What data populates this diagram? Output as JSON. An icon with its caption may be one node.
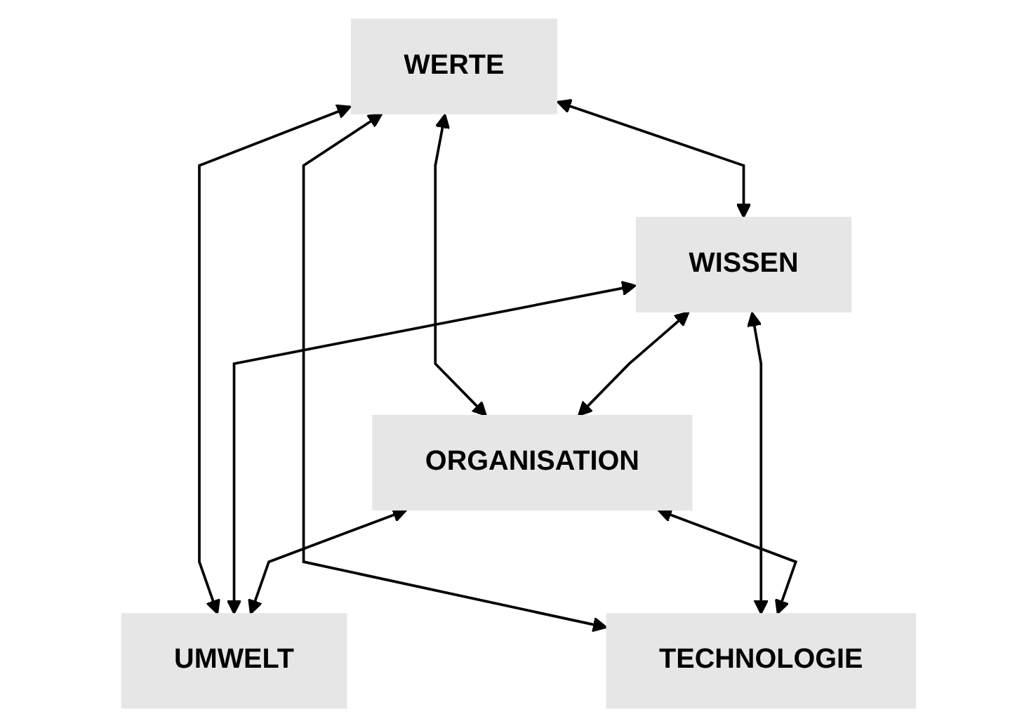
{
  "diagram": {
    "nodes": [
      {
        "text": [
          "WERTE"
        ]
      },
      {
        "text": [
          "WISSEN"
        ]
      },
      {
        "text": [
          "ORGANISATION"
        ]
      },
      {
        "text": [
          "UMWELT"
        ]
      },
      {
        "text": [
          "TECHNOLOGIE"
        ]
      }
    ],
    "edges": [
      {
        "from": 0,
        "to": 1,
        "arrow": "both"
      },
      {
        "from": 0,
        "to": 3,
        "arrow": "both"
      },
      {
        "from": 0,
        "to": 4,
        "arrow": "both"
      },
      {
        "from": 0,
        "to": 2,
        "arrow": "both"
      },
      {
        "from": 1,
        "to": 2,
        "arrow": "both"
      },
      {
        "from": 1,
        "to": 3,
        "arrow": "both"
      },
      {
        "from": 1,
        "to": 4,
        "arrow": "both"
      },
      {
        "from": 2,
        "to": 3,
        "arrow": "both"
      },
      {
        "from": 2,
        "to": 4,
        "arrow": "both"
      }
    ]
  }
}
